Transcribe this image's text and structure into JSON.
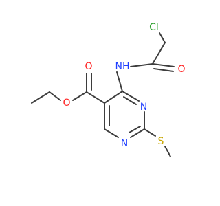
{
  "molecule": {
    "atoms": [
      {
        "id": "cl",
        "label": "Cl",
        "color": "#2ca02c"
      },
      {
        "id": "nh",
        "label": "NH",
        "color": "#1f3fff"
      },
      {
        "id": "o_amide",
        "label": "O",
        "color": "#ff1f1f"
      },
      {
        "id": "o_ester_carbonyl",
        "label": "O",
        "color": "#ff1f1f"
      },
      {
        "id": "o_ester",
        "label": "O",
        "color": "#ff1f1f"
      },
      {
        "id": "n_ring_upper",
        "label": "N",
        "color": "#1f3fff"
      },
      {
        "id": "n_ring_lower",
        "label": "N",
        "color": "#1f3fff"
      },
      {
        "id": "s",
        "label": "S",
        "color": "#c8a600"
      }
    ],
    "bond_color": "#3d3d3d"
  }
}
